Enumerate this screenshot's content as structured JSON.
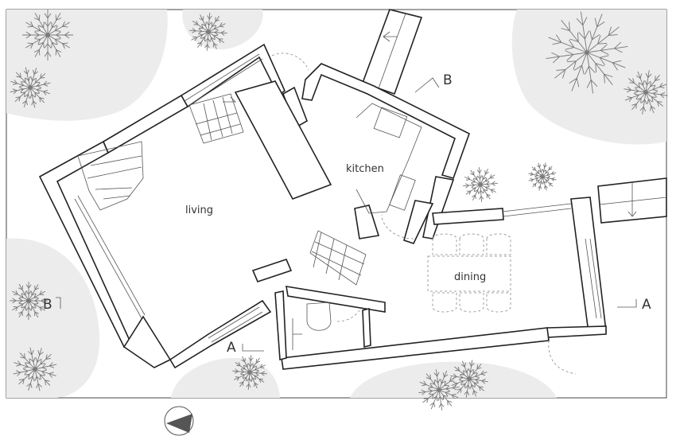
{
  "rooms": {
    "living": "living",
    "kitchen": "kitchen",
    "dining": "dining"
  },
  "sections": {
    "a_left": "A",
    "a_right": "A",
    "b_left": "B",
    "b_right": "B"
  },
  "icons": {
    "north": "north-arrow-icon",
    "tree": "tree-icon"
  },
  "colors": {
    "wall": "#222222",
    "garden": "#ececec",
    "north_arrow": "#555555"
  }
}
